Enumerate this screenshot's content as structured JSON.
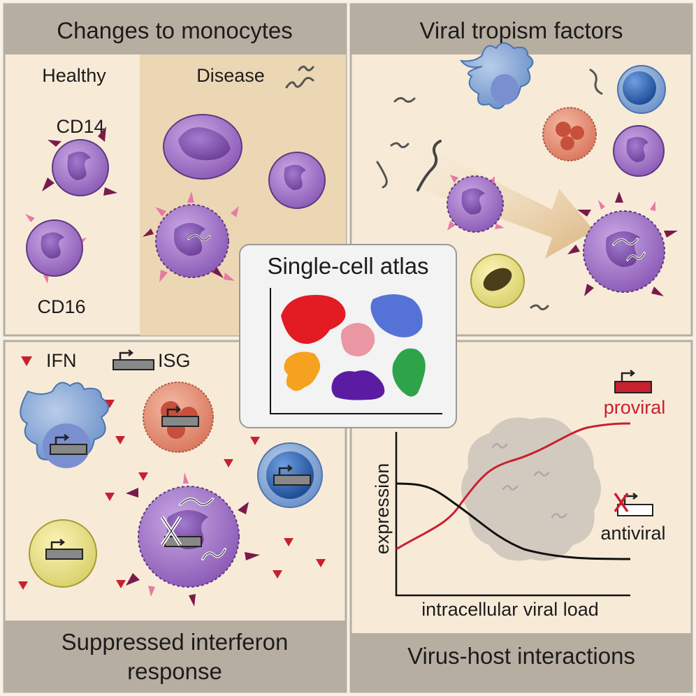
{
  "panels": {
    "monocytes": {
      "title": "Changes to monocytes",
      "healthy_label": "Healthy",
      "disease_label": "Disease",
      "cd14_label": "CD14",
      "cd16_label": "CD16"
    },
    "tropism": {
      "title": "Viral tropism factors"
    },
    "interferon": {
      "title_line1": "Suppressed interferon",
      "title_line2": "response",
      "legend_ifn": "IFN",
      "legend_isg": "ISG"
    },
    "virus_host": {
      "title": "Virus-host interactions",
      "ylabel": "expression",
      "xlabel": "intracellular viral load",
      "proviral_label": "proviral",
      "antiviral_label": "antiviral"
    }
  },
  "center": {
    "title": "Single-cell atlas"
  },
  "colors": {
    "header_bg": "#b7aea2",
    "panel_bg": "#f7ebd8",
    "disease_bg": "#ecd7b4",
    "monocyte": "#9a6bc1",
    "proviral": "#c8202f",
    "antiviral": "#1a1a1a"
  }
}
